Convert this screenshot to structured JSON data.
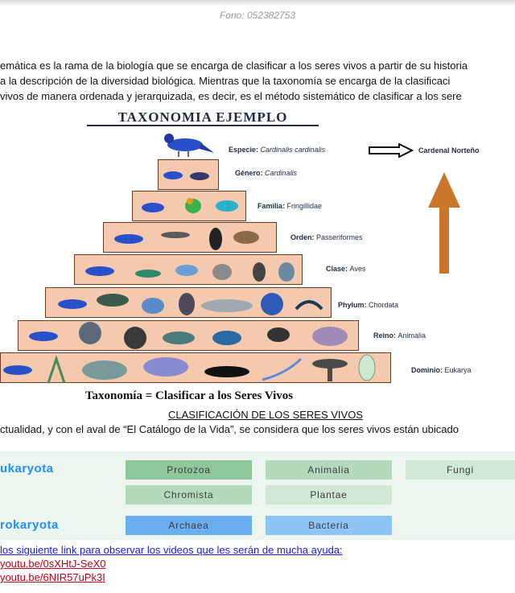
{
  "header": {
    "phone": "Fono: 052382753"
  },
  "intro": {
    "line1": "emática es la rama de la biología que se encarga de clasificar a los seres vivos a partir de su historia",
    "line2": "a la descripción de la diversidad biológica. Mientras que la taxonomía se encarga de la clasificaci",
    "line3": "vivos de manera ordenada y jerarquizada, es decir, es el método sistemático de clasificar a los sere"
  },
  "taxonomy": {
    "title": "TAXONOMIA EJEMPLO",
    "footer": "Taxonomía = Clasificar a los Seres Vivos",
    "result": "Cardenal Norteño",
    "ranks": [
      {
        "name": "Especie:",
        "value": "Cardinalis cardinalis",
        "italic": true
      },
      {
        "name": "Género:",
        "value": "Cardinalis",
        "italic": true
      },
      {
        "name": "Familia:",
        "value": "Fringillidae",
        "italic": false
      },
      {
        "name": "Orden:",
        "value": "Passeriformes",
        "italic": false
      },
      {
        "name": "Clase:",
        "value": "Aves",
        "italic": false
      },
      {
        "name": "Phylum:",
        "value": "Chordata",
        "italic": false
      },
      {
        "name": "Reino:",
        "value": "Animalia",
        "italic": false
      },
      {
        "name": "Dominio:",
        "value": "Eukarya",
        "italic": false
      }
    ],
    "colors": {
      "band": "#f4c9ad",
      "border": "#6b3a1f",
      "arrow": "#c9762b",
      "cardinal": "#2850c8"
    }
  },
  "classification": {
    "title": "CLASIFICACIÓN DE LOS SERES VIVOS",
    "sentence": "ctualidad, y con el aval de “El Catálogo de la Vida”, se considera que los seres vivos están ubicado",
    "domain_eukaryota": "ukaryota",
    "domain_prokaryota": "rokaryota",
    "protozoa": "Protozoa",
    "animalia": "Animalia",
    "fungi": "Fungi",
    "chromista": "Chromista",
    "plantae": "Plantae",
    "archaea": "Archaea",
    "bacteria": "Bacteria",
    "colors": {
      "domain_text": "#1e90ff",
      "green_dark": "#8fc79a",
      "green_mid": "#b5d9bd",
      "green_light": "#d2e8d6",
      "blue_dark": "#6aaef0",
      "blue_light": "#8fc4f7"
    }
  },
  "links": {
    "intro": " los siguiente link para observar los videos que les serán de mucha ayuda:",
    "link1": "youtu.be/0sXHtJ-SeX0",
    "link2": "youtu.be/6NIR57uPk3I"
  }
}
